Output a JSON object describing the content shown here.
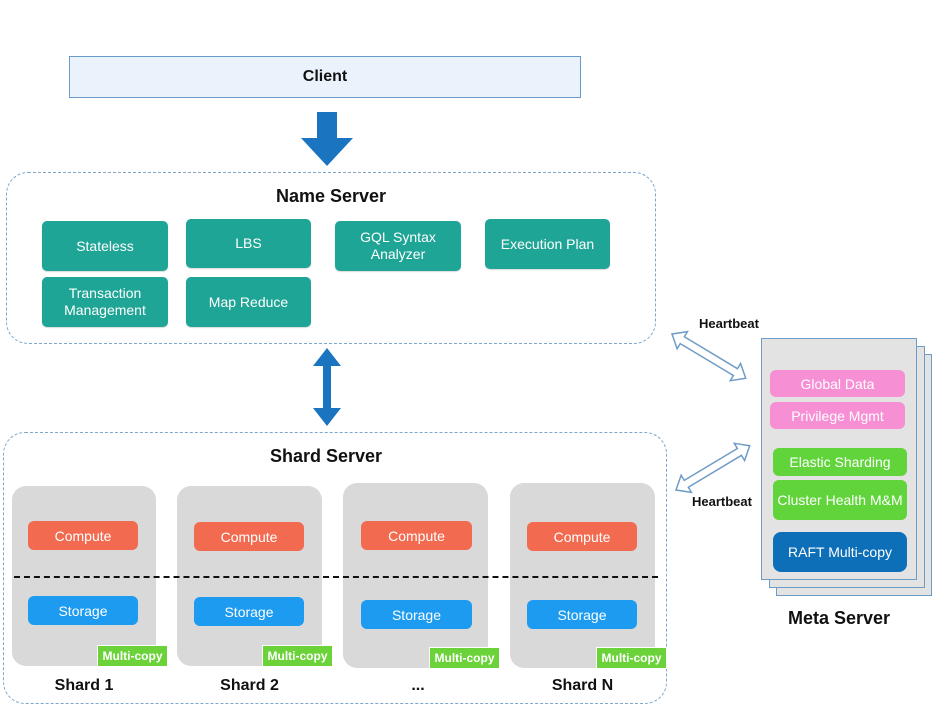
{
  "client": {
    "label": "Client"
  },
  "name_server": {
    "title": "Name Server",
    "modules": [
      "Stateless",
      "LBS",
      "GQL Syntax Analyzer",
      "Execution Plan",
      "Transaction Management",
      "Map Reduce"
    ]
  },
  "shard_server": {
    "title": "Shard Server",
    "shards": [
      {
        "label": "Shard 1",
        "compute": "Compute",
        "storage": "Storage",
        "badge": "Multi-copy"
      },
      {
        "label": "Shard 2",
        "compute": "Compute",
        "storage": "Storage",
        "badge": "Multi-copy"
      },
      {
        "label": "...",
        "compute": "Compute",
        "storage": "Storage",
        "badge": "Multi-copy"
      },
      {
        "label": "Shard N",
        "compute": "Compute",
        "storage": "Storage",
        "badge": "Multi-copy"
      }
    ]
  },
  "meta_server": {
    "title": "Meta Server",
    "items": [
      "Global Data",
      "Privilege Mgmt",
      "Elastic Sharding",
      "Cluster Health M&M",
      "RAFT Multi-copy"
    ]
  },
  "connections": {
    "heartbeat_top": "Heartbeat",
    "heartbeat_bottom": "Heartbeat"
  },
  "colors": {
    "teal": "#1fa596",
    "compute": "#f26b50",
    "storage": "#1c9bf0",
    "multi_copy": "#6bd23a",
    "pink": "#f78fd5",
    "green": "#61d43b",
    "raft": "#0d6fb8",
    "arrow": "#1a74c0"
  }
}
